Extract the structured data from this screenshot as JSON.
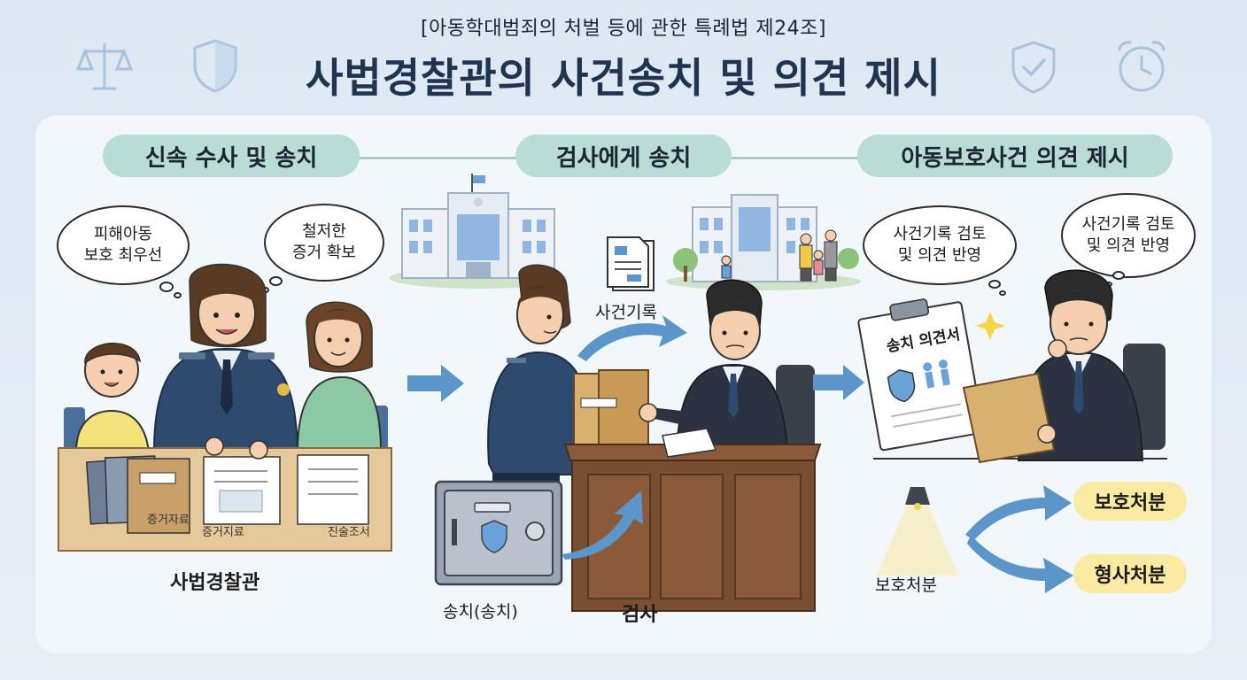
{
  "header": {
    "subtitle": "[아동학대범죄의 처벌 등에 관한 특례법 제24조]",
    "title": "사법경찰관의 사건송치 및 의견 제시"
  },
  "steps": [
    {
      "label": "신속 수사 및 송치"
    },
    {
      "label": "검사에게 송치"
    },
    {
      "label": "아동보호사건 의견 제시"
    }
  ],
  "stage1": {
    "bubble_left": "피해아동\n보호 최우선",
    "bubble_right": "철저한\n증거 확보",
    "folder_label": "증거자료",
    "doc_label_1": "증거지료",
    "doc_label_2": "진술조서",
    "caption": "사법경찰관"
  },
  "stage2": {
    "records_label": "사건기록",
    "safe_label": "송치(송치)",
    "caption": "검사"
  },
  "stage3": {
    "bubble_left": "사건기록 검토\n및 의견 반영",
    "bubble_right": "사건기록 검토\n및 의견 반영",
    "document_title": "송치 의견서",
    "lamp_label": "보호처분",
    "outcome_1": "보호처분",
    "outcome_2": "형사처분"
  },
  "icons": [
    "scales-icon",
    "shield-icon",
    "shield-check-icon",
    "alarm-clock-icon"
  ],
  "colors": {
    "title": "#20344f",
    "pill": "#b9dcd7",
    "outcome_pill": "#fbeaa2",
    "arrow": "#5b95c9",
    "uniform": "#2e4a6e"
  }
}
